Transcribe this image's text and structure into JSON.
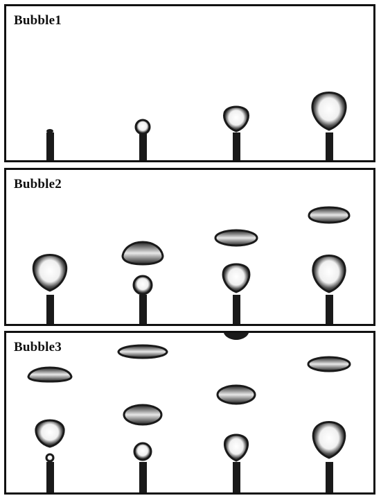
{
  "panels": [
    {
      "label": "Bubble1"
    },
    {
      "label": "Bubble2"
    },
    {
      "label": "Bubble3"
    }
  ],
  "colors": {
    "frame": "#111111",
    "bubble_edge": "#1a1a1a",
    "background": "#ffffff"
  }
}
